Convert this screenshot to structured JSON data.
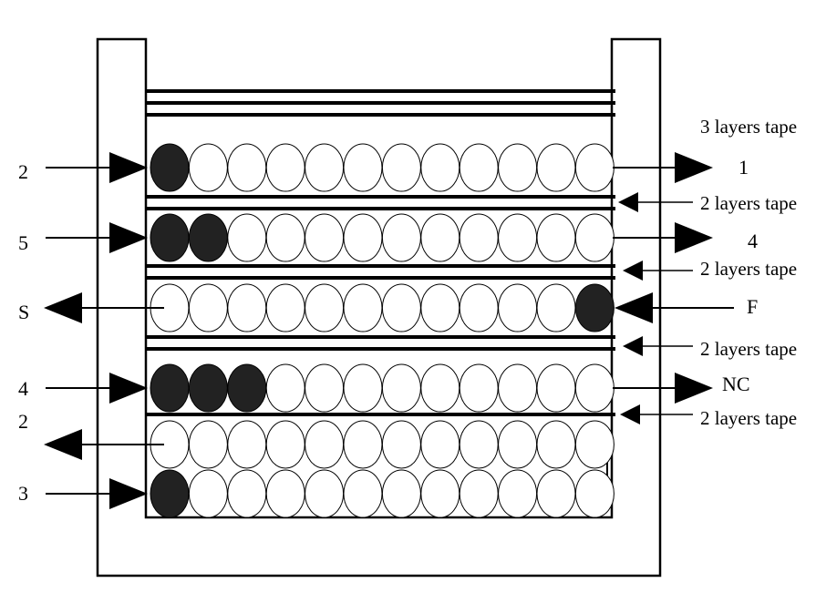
{
  "colors": {
    "line": "#000000",
    "filled_ball": "#222222",
    "empty_ball": "#ffffff"
  },
  "tape_labels": {
    "top": "3 layers tape",
    "sep1": "2 layers tape",
    "sep2": "2 layers tape",
    "sep3": "2 layers tape",
    "sep4": "2 layers tape"
  },
  "rows": [
    {
      "left_label": "2",
      "left_arrow": "in",
      "right_label": "1",
      "right_arrow": "out",
      "balls": 12,
      "filled": [
        0
      ]
    },
    {
      "left_label": "5",
      "left_arrow": "in",
      "right_label": "4",
      "right_arrow": "out",
      "balls": 12,
      "filled": [
        0,
        1
      ]
    },
    {
      "left_label": "S",
      "left_arrow": "out",
      "right_label": "F",
      "right_arrow": "in",
      "balls": 12,
      "filled": [
        11
      ]
    },
    {
      "left_label": "4",
      "left_arrow": "in",
      "right_label": "NC",
      "right_arrow": "out",
      "balls": 12,
      "filled": [
        0,
        1,
        2
      ]
    },
    {
      "left_label": "2",
      "left_arrow": "out",
      "right_label": "",
      "right_arrow": "",
      "balls": 12,
      "filled": []
    },
    {
      "left_label": "3",
      "left_arrow": "in",
      "right_label": "",
      "right_arrow": "",
      "balls": 12,
      "filled": [
        0
      ]
    }
  ]
}
